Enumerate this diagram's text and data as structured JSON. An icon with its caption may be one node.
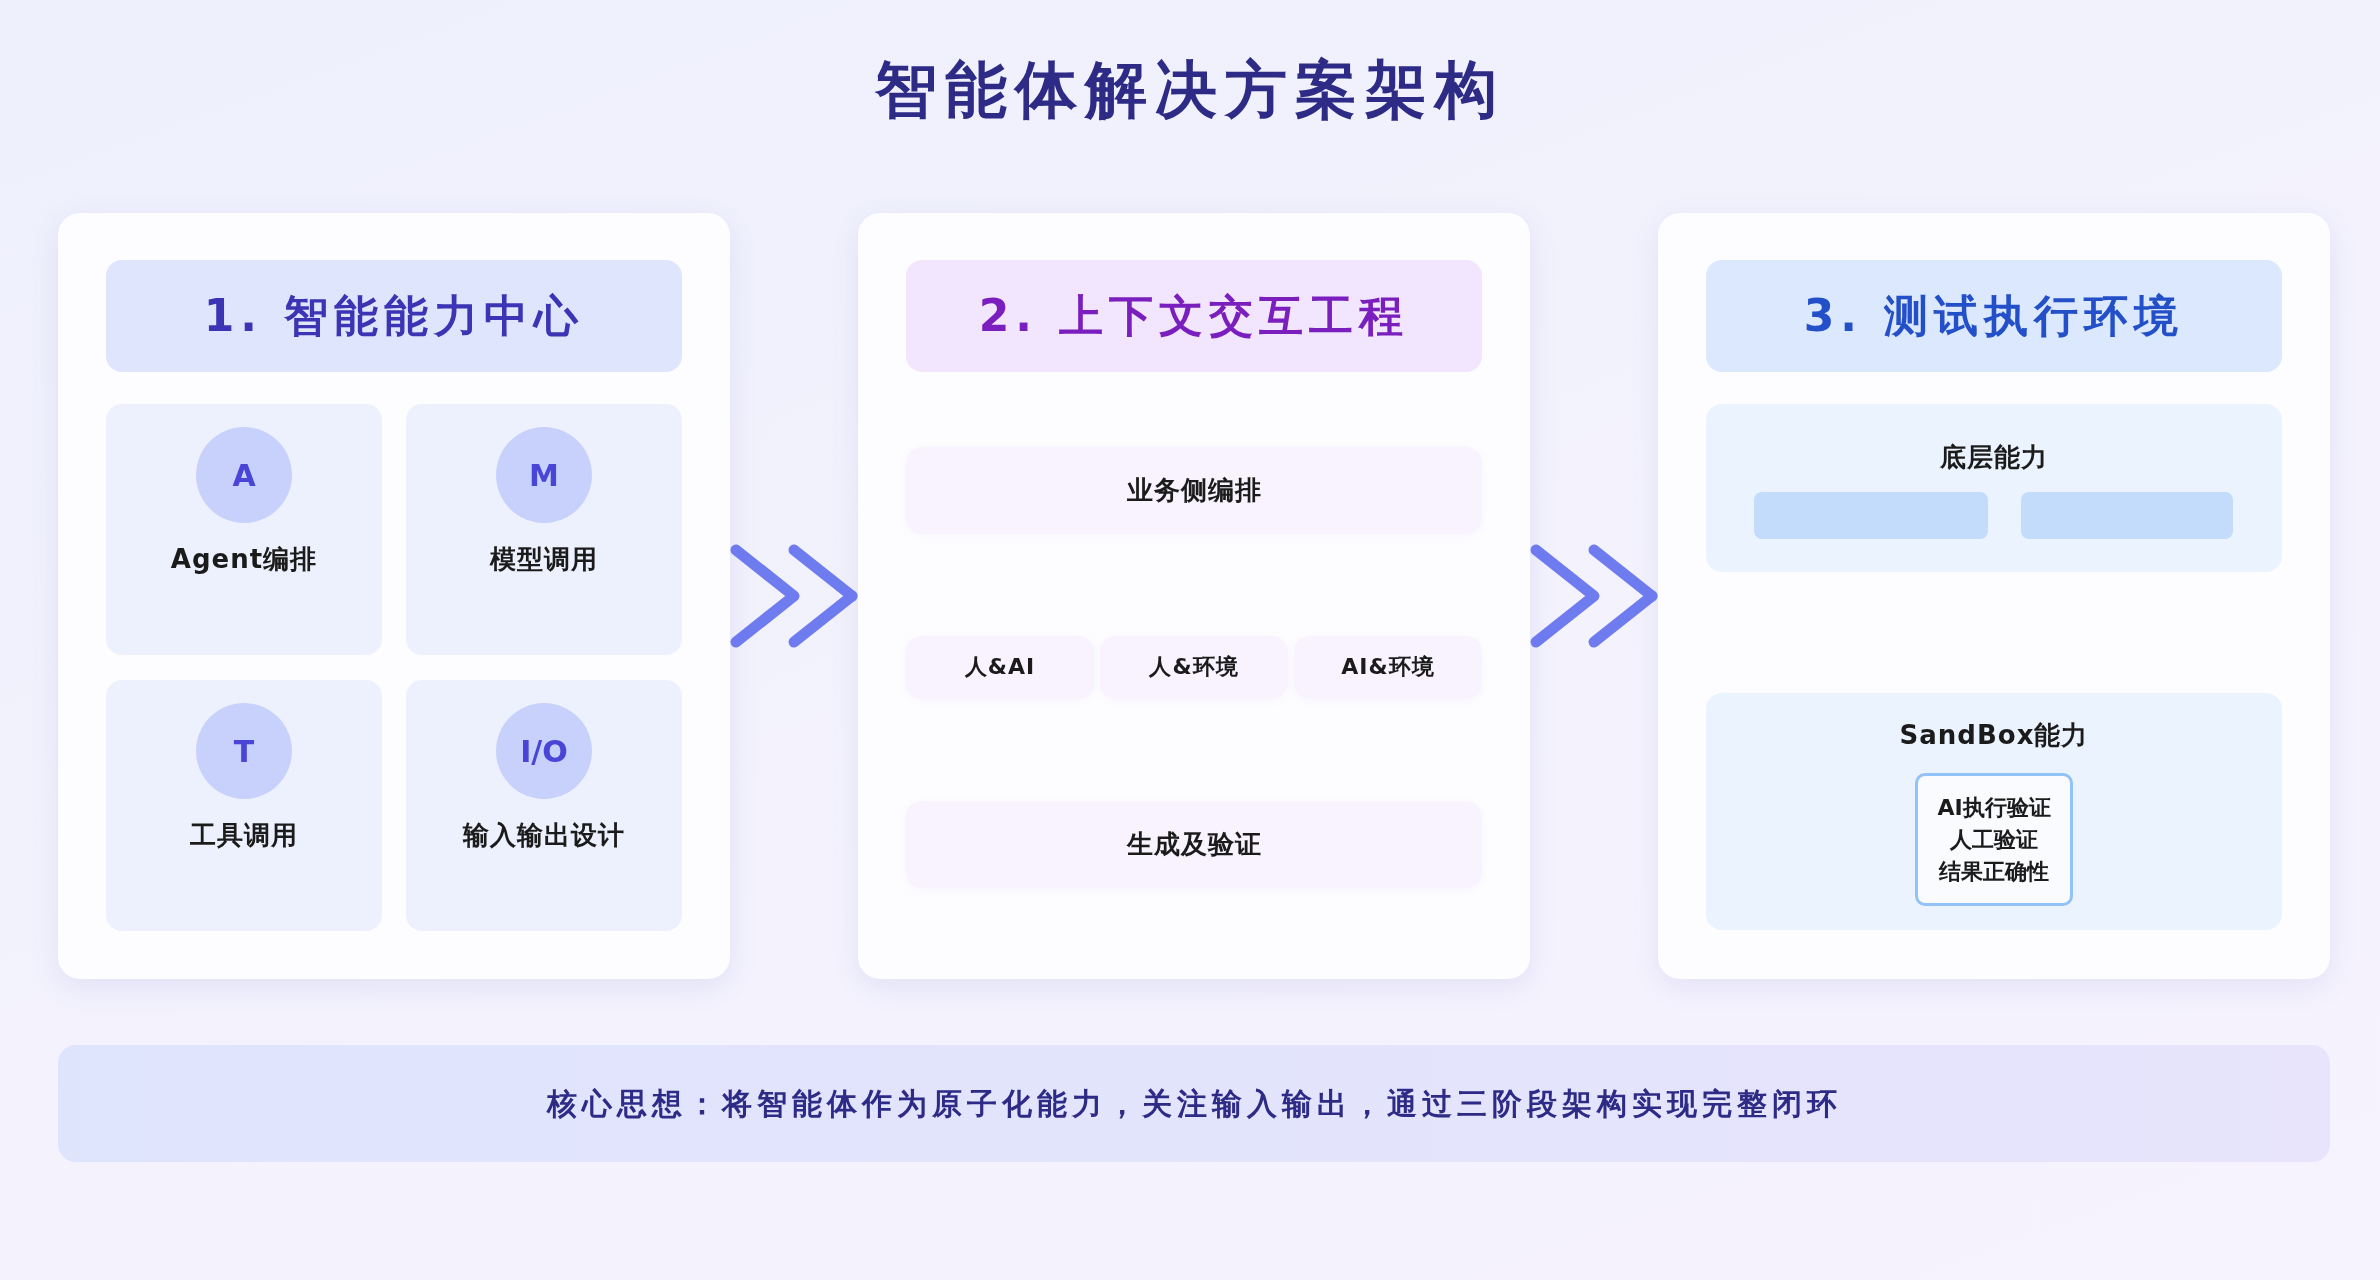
{
  "diagram": {
    "title": "智能体解决方案架构",
    "nodes": [
      {
        "text": [],
        "shape": "box"
      },
      {
        "text": [
          "1. 智能能力中心"
        ],
        "in": 0
      },
      {
        "text": [
          "Agent编排"
        ],
        "in": 0
      },
      {
        "text": [
          "A"
        ],
        "in": 2
      },
      {
        "text": [
          "模型调用"
        ],
        "in": 0
      },
      {
        "text": [
          "M"
        ],
        "in": 4
      },
      {
        "text": [
          "工具调用"
        ],
        "in": 0
      },
      {
        "text": [
          "T"
        ],
        "in": 6
      },
      {
        "text": [
          "输入输出设计"
        ],
        "in": 0
      },
      {
        "text": [
          "I/O"
        ],
        "in": 8
      },
      {
        "text": [],
        "shape": "box"
      },
      {
        "text": [
          "2. 上下文交互工程"
        ],
        "in": 10
      },
      {
        "text": [
          "业务侧编排"
        ],
        "in": 10
      },
      {
        "text": [
          "人&AI"
        ],
        "in": 10
      },
      {
        "text": [
          "人&环境"
        ],
        "in": 10
      },
      {
        "text": [
          "AI&环境"
        ],
        "in": 10
      },
      {
        "text": [
          "生成及验证"
        ],
        "in": 10
      },
      {
        "text": [],
        "shape": "box"
      },
      {
        "text": [
          "3. 测试执行环境"
        ],
        "in": 17
      },
      {
        "text": [
          "底层能力"
        ],
        "in": 17
      },
      {
        "text": [],
        "shape": "box",
        "in": 19
      },
      {
        "text": [],
        "shape": "box",
        "in": 19
      },
      {
        "text": [
          "SandBox能力"
        ],
        "in": 17
      },
      {
        "text": [
          "AI执行验证",
          "人工验证",
          "结果正确性"
        ],
        "in": 22
      },
      {
        "text": [
          "核心思想：将智能体作为原子化能力，关注输入输出，通过三阶段架构实现完整闭环"
        ]
      }
    ],
    "edges": [
      {
        "from": 0,
        "to": 10,
        "arrow": "to"
      },
      {
        "from": 10,
        "to": 17,
        "arrow": "to"
      }
    ]
  }
}
